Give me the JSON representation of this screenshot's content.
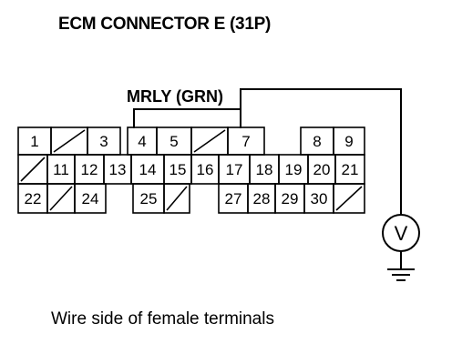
{
  "title": "ECM CONNECTOR E (31P)",
  "wire_label": "MRLY (GRN)",
  "meter_symbol": "V",
  "caption": "Wire side of female terminals",
  "connector": {
    "row1": [
      "1",
      "",
      "3",
      "4",
      "5",
      "",
      "7",
      "8",
      "9"
    ],
    "row2": [
      "",
      "11",
      "12",
      "13",
      "14",
      "15",
      "16",
      "17",
      "18",
      "19",
      "20",
      "21"
    ],
    "row3": [
      "22",
      "",
      "24",
      "25",
      "",
      "27",
      "28",
      "29",
      "30",
      ""
    ]
  },
  "probe_terminal": "7"
}
